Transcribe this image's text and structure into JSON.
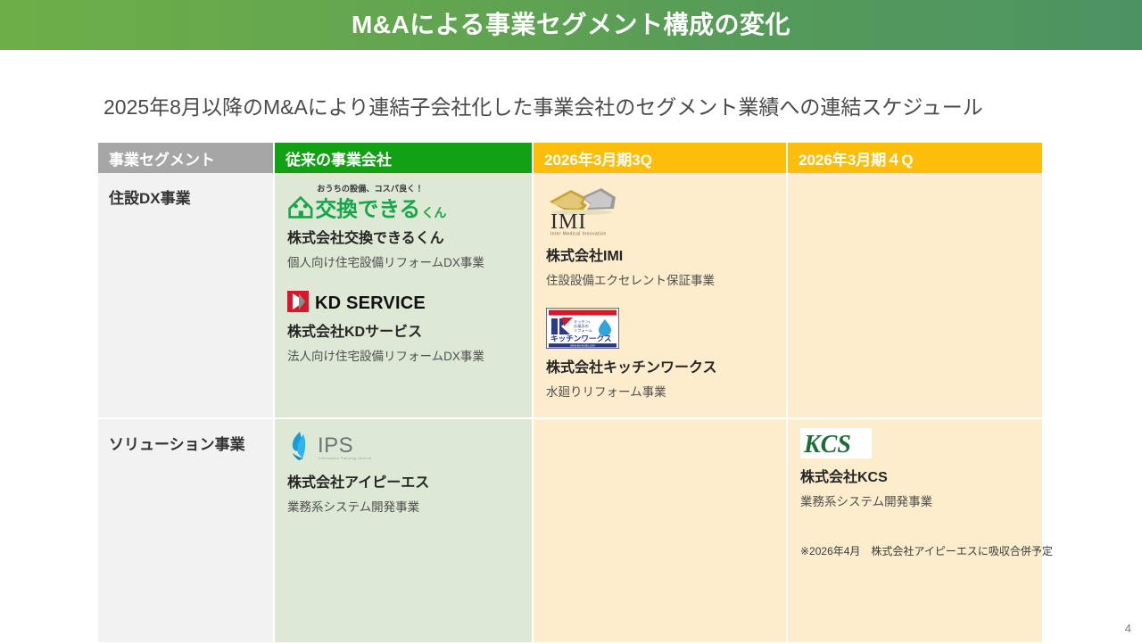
{
  "slide": {
    "title": "M&Aによる事業セグメント構成の変化",
    "subtitle": "2025年8月以降のM&Aにより連結子会社化した事業会社のセグメント業績への連結スケジュール",
    "page_number": "4",
    "colors": {
      "banner_left": "#6DAE48",
      "banner_right": "#4C9363",
      "header_segment": "#A6A6A6",
      "header_existing": "#12A014",
      "header_quarter": "#FCBE0B",
      "cell_segment": "#F2F2F2",
      "cell_green": "#DDE9D5",
      "cell_orange": "#FDEDCC"
    }
  },
  "table": {
    "headers": [
      {
        "label": "事業セグメント"
      },
      {
        "label": "従来の事業会社"
      },
      {
        "label": "2026年3月期3Q"
      },
      {
        "label": "2026年3月期４Q"
      }
    ],
    "rows": [
      {
        "segment": "住設DX事業",
        "existing": [
          {
            "logo": "kokan-dekirukun-logo",
            "logo_tagline": "おうちの設備、コスパ良く！",
            "logo_text": "交換できる",
            "logo_text_suffix": "くん",
            "name": "株式会社交換できるくん",
            "desc": "個人向け住宅設備リフォームDX事業"
          },
          {
            "logo": "kd-service-logo",
            "logo_text": "KD SERVICE",
            "name": "株式会社KDサービス",
            "desc": "法人向け住宅設備リフォームDX事業"
          }
        ],
        "q3": [
          {
            "logo": "imi-logo",
            "logo_text": "IMI",
            "logo_tagline": "Inter Medical Innovation",
            "name": "株式会社IMI",
            "desc": "住設設備エクセレント保証事業"
          },
          {
            "logo": "kitchen-works-logo",
            "logo_text": "キッチンワークス",
            "logo_sub1": "キッチン・",
            "logo_sub2": "お風呂の",
            "logo_sub3": "リフォーム",
            "logo_url": "www.kw-works.com",
            "name": "株式会社キッチンワークス",
            "desc": "水廻りリフォーム事業"
          }
        ],
        "q4": []
      },
      {
        "segment": "ソリューション事業",
        "existing": [
          {
            "logo": "ips-logo",
            "logo_text": "IPS",
            "logo_tagline": "Information Planning Service",
            "name": "株式会社アイピーエス",
            "desc": "業務系システム開発事業"
          }
        ],
        "q3": [],
        "q4": [
          {
            "logo": "kcs-logo",
            "logo_text": "KCS",
            "name": "株式会社KCS",
            "desc": "業務系システム開発事業",
            "note": "※2026年4月　株式会社アイピーエスに吸収合併予定"
          }
        ]
      }
    ]
  }
}
